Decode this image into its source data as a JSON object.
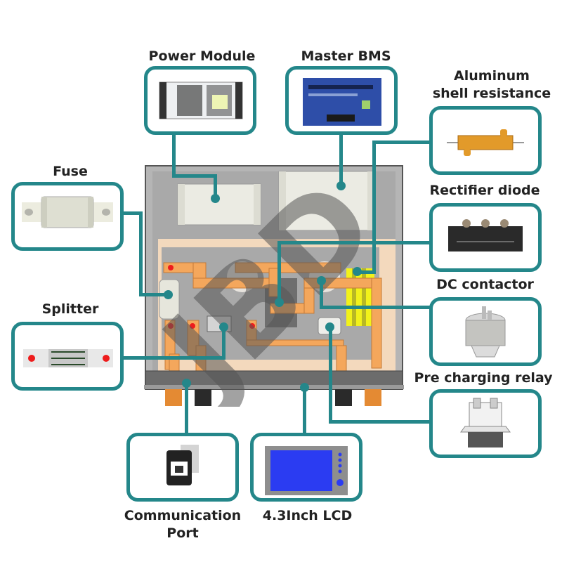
{
  "title": "Battery box internal component diagram",
  "watermark": "JBD",
  "colors": {
    "accent": "#24878a",
    "copper": "#f4a75c",
    "enclosure": "#a9a9a9",
    "plate": "#ececE4",
    "lcd_screen": "#2b3cf2",
    "heatsink": "#f2f21a"
  },
  "components": [
    {
      "id": "power-module",
      "label": "Power Module"
    },
    {
      "id": "master-bms",
      "label": "Master BMS"
    },
    {
      "id": "aluminum-shell-resistance",
      "label": "Aluminum shell resistance",
      "label_lines": [
        "Aluminum",
        "shell resistance"
      ]
    },
    {
      "id": "rectifier-diode",
      "label": "Rectifier diode"
    },
    {
      "id": "dc-contactor",
      "label": "DC contactor"
    },
    {
      "id": "pre-charging-relay",
      "label": "Pre charging relay"
    },
    {
      "id": "fuse",
      "label": "Fuse"
    },
    {
      "id": "splitter",
      "label": "Splitter"
    },
    {
      "id": "communication-port",
      "label": "Communication Port",
      "label_lines": [
        "Communication",
        "Port"
      ]
    },
    {
      "id": "lcd",
      "label": "4.3Inch LCD"
    }
  ]
}
